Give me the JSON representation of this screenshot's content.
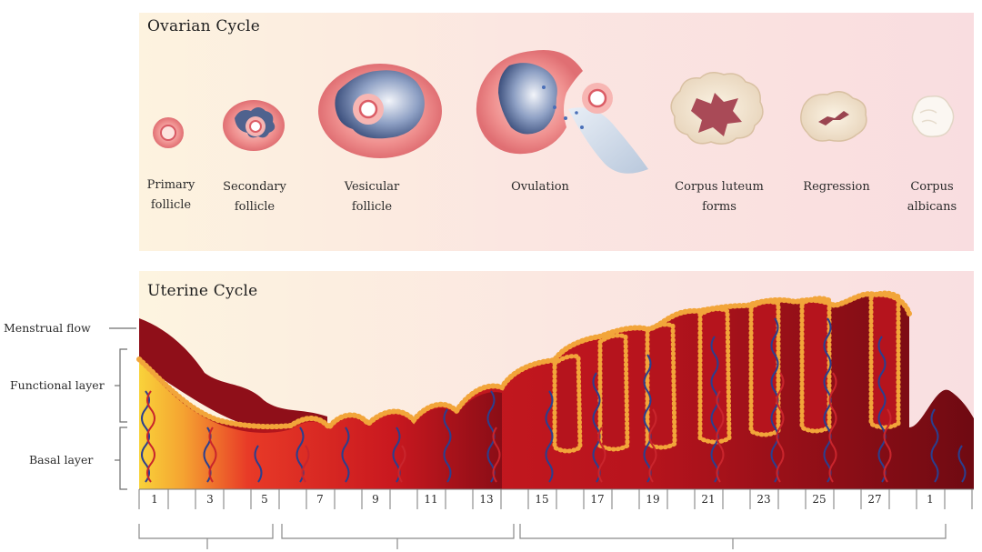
{
  "ovarian": {
    "title": "Ovarian Cycle",
    "stages": [
      {
        "label_l1": "Primary",
        "label_l2": "follicle"
      },
      {
        "label_l1": "Secondary",
        "label_l2": "follicle"
      },
      {
        "label_l1": "Vesicular",
        "label_l2": "follicle"
      },
      {
        "label_l1": "Ovulation",
        "label_l2": ""
      },
      {
        "label_l1": "Corpus luteum",
        "label_l2": "forms"
      },
      {
        "label_l1": "Regression",
        "label_l2": ""
      },
      {
        "label_l1": "Corpus",
        "label_l2": "albicans"
      }
    ]
  },
  "uterine": {
    "title": "Uterine Cycle",
    "layers": {
      "menstrual_flow": "Menstrual flow",
      "functional_layer": "Functional layer",
      "basal_layer": "Basal layer"
    },
    "days": [
      "1",
      "3",
      "5",
      "7",
      "9",
      "11",
      "13",
      "15",
      "17",
      "19",
      "21",
      "23",
      "25",
      "27",
      "1"
    ]
  },
  "colors": {
    "follicle_pink": "#f08a8a",
    "follicle_core": "#ffffff",
    "antrum_blue": "#4a5f90",
    "endometrium_red": "#c51f23",
    "endometrium_dark": "#7a0a12",
    "basal_yellow": "#f7c531",
    "gland_orange": "#f2a53a"
  }
}
